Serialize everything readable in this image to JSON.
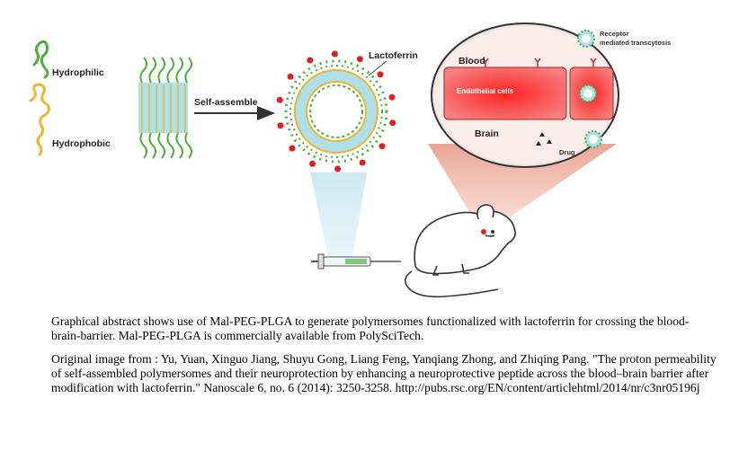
{
  "diagram": {
    "labels": {
      "hydrophilic": "Hydrophilic",
      "hydrophobic": "Hydrophobic",
      "self_assemble": "Self-assemble",
      "lactoferrin": "Lactoferrin",
      "blood": "Blood",
      "endothelial": "Endothelial cells",
      "brain": "Brain",
      "receptor_line1": "Receptor",
      "receptor_line2": "mediated transcytosis",
      "drug": "Drug"
    },
    "colors": {
      "hydrophilic": "#4caf3a",
      "hydrophobic": "#e8b830",
      "vesicle_core": "#aee0ea",
      "lactoferrin": "#e02020",
      "endothelial": "#ee4040",
      "beam": "#e9a090",
      "syringe_beam": "#b8e0ee"
    }
  },
  "caption": {
    "paragraph1": "Graphical abstract shows use of Mal-PEG-PLGA to generate polymersomes functionalized with lactoferrin for crossing the blood-brain-barrier. Mal-PEG-PLGA is commercially available from PolySciTech.",
    "paragraph2": "Original image from : Yu, Yuan, Xinguo Jiang, Shuyu Gong, Liang Feng, Yanqiang Zhong, and Zhiqing Pang. \"The proton permeability of self-assembled polymersomes and their neuroprotection by enhancing a neuroprotective peptide across the blood–brain barrier after modification with lactoferrin.\" Nanoscale 6, no. 6 (2014): 3250-3258. http://pubs.rsc.org/EN/content/articlehtml/2014/nr/c3nr05196j"
  }
}
